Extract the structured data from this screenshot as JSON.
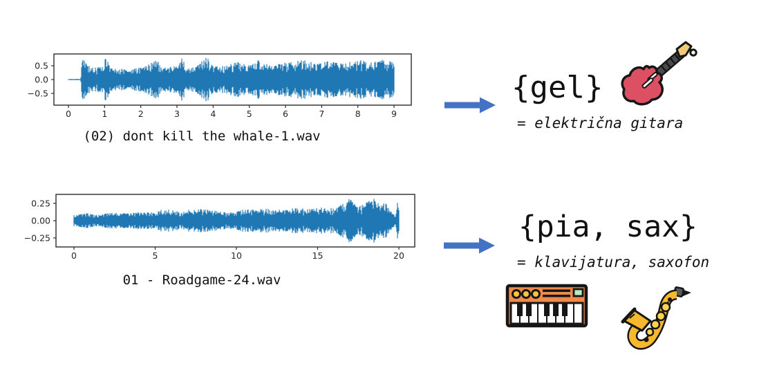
{
  "colors": {
    "background": "#ffffff",
    "waveform": "#1f77b4",
    "axis": "#2b2b2b",
    "arrow": "#4472c4",
    "text": "#111111"
  },
  "chart_data": [
    {
      "type": "line",
      "subtype": "audio-waveform",
      "caption": "(02) dont kill the whale-1.wav",
      "xlim": [
        0,
        9
      ],
      "ylim": [
        -0.925,
        0.925
      ],
      "x_ticks": [
        0,
        1,
        2,
        3,
        4,
        5,
        6,
        7,
        8,
        9
      ],
      "x_tick_labels": [
        "0",
        "1",
        "2",
        "3",
        "4",
        "5",
        "6",
        "7",
        "8",
        "9"
      ],
      "y_ticks": [
        0.5,
        0.0,
        -0.5
      ],
      "y_tick_labels": [
        "0.5",
        "0.0",
        "−0.5"
      ],
      "grid": false,
      "legend": false,
      "envelope": [
        [
          0,
          0.02
        ],
        [
          0.34,
          0.02
        ],
        [
          0.38,
          0.78
        ],
        [
          0.55,
          0.5
        ],
        [
          0.8,
          0.42
        ],
        [
          1.05,
          0.8
        ],
        [
          1.15,
          0.42
        ],
        [
          1.6,
          0.38
        ],
        [
          2.1,
          0.46
        ],
        [
          2.45,
          0.72
        ],
        [
          2.6,
          0.42
        ],
        [
          3.0,
          0.5
        ],
        [
          3.12,
          0.8
        ],
        [
          3.3,
          0.46
        ],
        [
          3.6,
          0.52
        ],
        [
          3.82,
          0.86
        ],
        [
          4.0,
          0.48
        ],
        [
          4.4,
          0.5
        ],
        [
          4.6,
          0.66
        ],
        [
          5.0,
          0.52
        ],
        [
          5.25,
          0.7
        ],
        [
          5.6,
          0.5
        ],
        [
          6.0,
          0.62
        ],
        [
          6.5,
          0.72
        ],
        [
          6.9,
          0.56
        ],
        [
          7.2,
          0.68
        ],
        [
          7.6,
          0.58
        ],
        [
          8.0,
          0.72
        ],
        [
          8.4,
          0.62
        ],
        [
          8.7,
          0.74
        ],
        [
          9.0,
          0.66
        ]
      ]
    },
    {
      "type": "line",
      "subtype": "audio-waveform",
      "caption": "01 - Roadgame-24.wav",
      "xlim": [
        0,
        20
      ],
      "ylim": [
        -0.38,
        0.38
      ],
      "x_ticks": [
        0,
        5,
        10,
        15,
        20
      ],
      "x_tick_labels": [
        "0",
        "5",
        "10",
        "15",
        "20"
      ],
      "y_ticks": [
        0.25,
        0.0,
        -0.25
      ],
      "y_tick_labels": [
        "0.25",
        "0.00",
        "−0.25"
      ],
      "grid": false,
      "legend": false,
      "envelope": [
        [
          0,
          0.09
        ],
        [
          0.8,
          0.11
        ],
        [
          1.6,
          0.09
        ],
        [
          2.4,
          0.12
        ],
        [
          3.2,
          0.11
        ],
        [
          4.0,
          0.13
        ],
        [
          4.8,
          0.12
        ],
        [
          5.6,
          0.17
        ],
        [
          6.4,
          0.14
        ],
        [
          7.2,
          0.16
        ],
        [
          8.0,
          0.17
        ],
        [
          8.8,
          0.14
        ],
        [
          9.6,
          0.12
        ],
        [
          10.4,
          0.17
        ],
        [
          11.2,
          0.16
        ],
        [
          12.0,
          0.18
        ],
        [
          12.8,
          0.16
        ],
        [
          13.6,
          0.19
        ],
        [
          14.4,
          0.17
        ],
        [
          15.2,
          0.19
        ],
        [
          16.0,
          0.18
        ],
        [
          16.6,
          0.25
        ],
        [
          17.0,
          0.33
        ],
        [
          17.4,
          0.2
        ],
        [
          17.9,
          0.24
        ],
        [
          18.4,
          0.34
        ],
        [
          18.8,
          0.24
        ],
        [
          19.2,
          0.26
        ],
        [
          19.55,
          0.12
        ],
        [
          19.8,
          0.06
        ],
        [
          19.95,
          0.33
        ],
        [
          20.0,
          0.2
        ]
      ]
    }
  ],
  "annotations": [
    {
      "tag": "{gel}",
      "translation": "= električna gitara",
      "icons": [
        "electric-guitar"
      ]
    },
    {
      "tag": "{pia, sax}",
      "translation": "= klavijatura, saxofon",
      "icons": [
        "keyboard",
        "saxophone"
      ]
    }
  ]
}
